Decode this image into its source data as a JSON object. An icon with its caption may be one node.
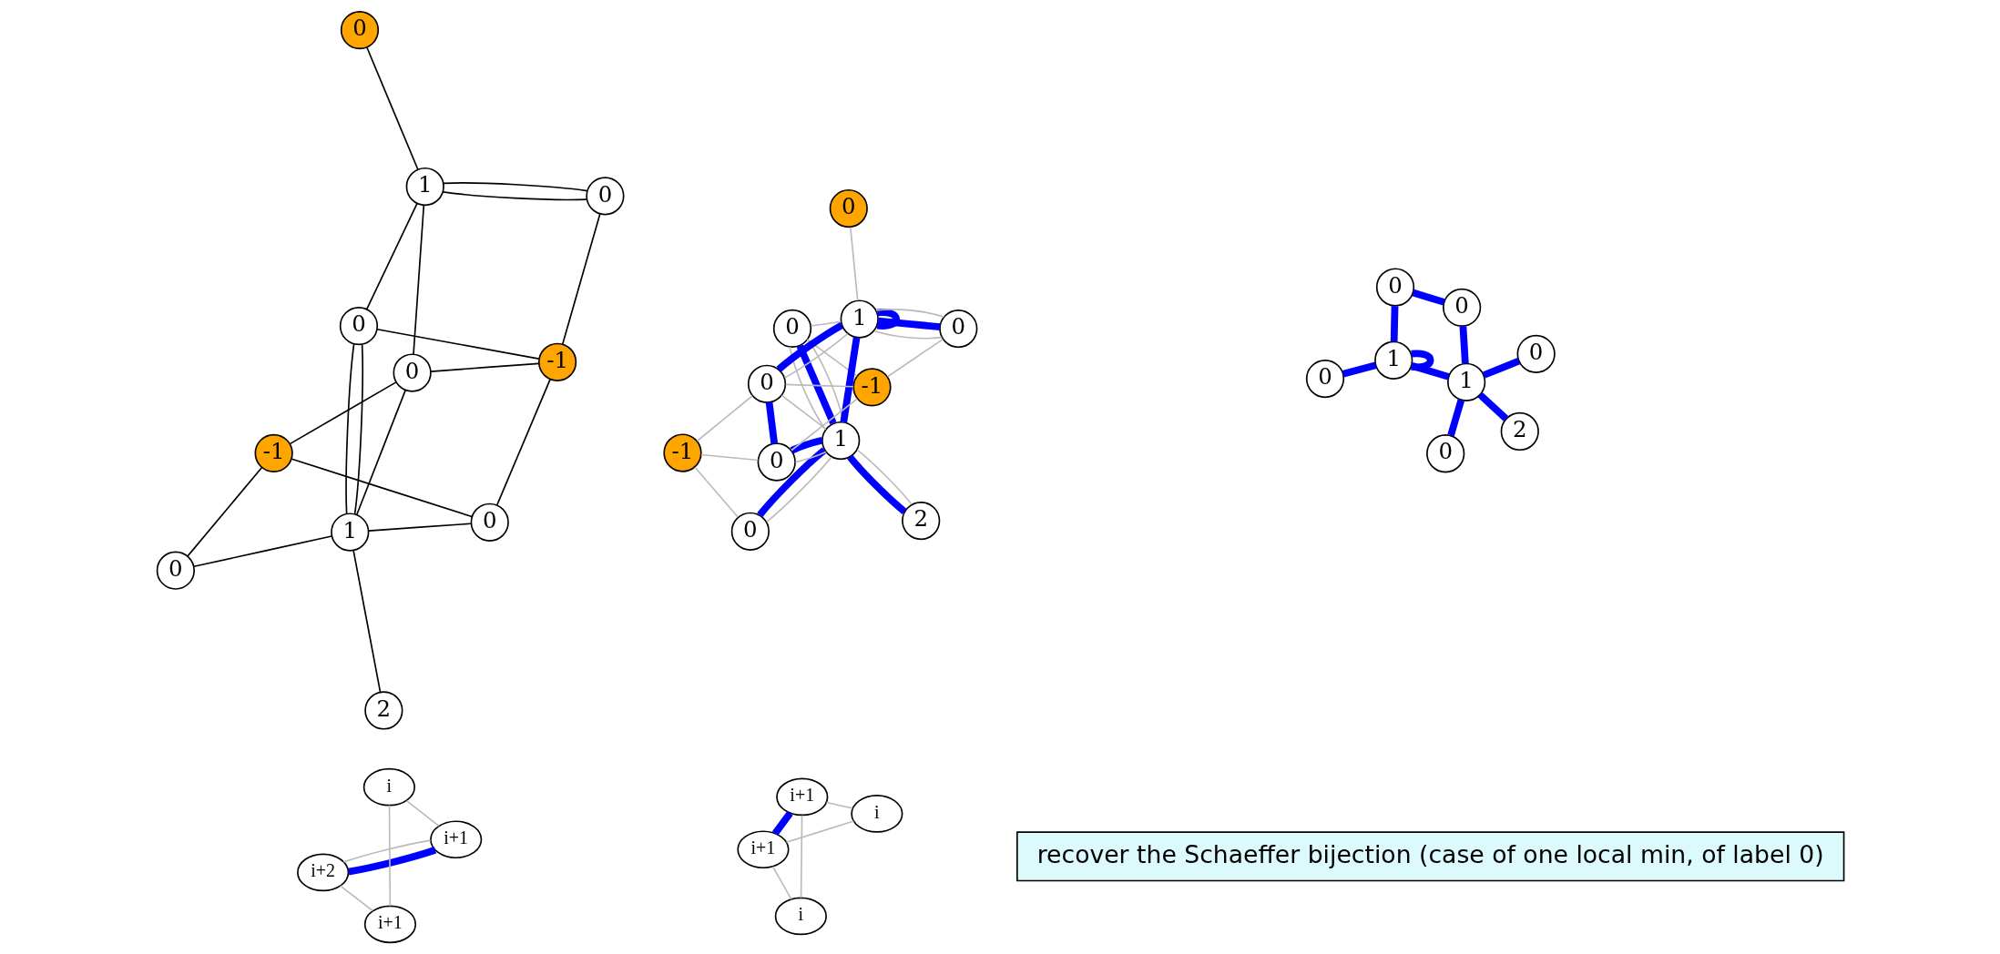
{
  "diagram": {
    "nodes": [
      {
        "text": [
          "0"
        ]
      },
      {
        "text": [
          "2"
        ]
      },
      {
        "text": [
          "1"
        ]
      },
      {
        "text": [
          "1"
        ]
      },
      {
        "text": [
          "0"
        ]
      },
      {
        "text": [
          "0"
        ]
      },
      {
        "text": [
          "0"
        ]
      },
      {
        "text": [
          "0"
        ]
      },
      {
        "text": [
          "-1"
        ]
      },
      {
        "text": [
          "-1"
        ]
      },
      {
        "text": [
          "0"
        ]
      },
      {
        "text": [
          "0"
        ]
      },
      {
        "text": [
          "2"
        ]
      },
      {
        "text": [
          "1"
        ]
      },
      {
        "text": [
          "1"
        ]
      },
      {
        "text": [
          "0"
        ]
      },
      {
        "text": [
          "0"
        ]
      },
      {
        "text": [
          "0"
        ]
      },
      {
        "text": [
          "0"
        ]
      },
      {
        "text": [
          "-1"
        ]
      },
      {
        "text": [
          "-1"
        ]
      },
      {
        "text": [
          "0"
        ]
      },
      {
        "text": [
          "0"
        ]
      },
      {
        "text": [
          "2"
        ]
      },
      {
        "text": [
          "1"
        ]
      },
      {
        "text": [
          "1"
        ]
      },
      {
        "text": [
          "0"
        ]
      },
      {
        "text": [
          "0"
        ]
      },
      {
        "text": [
          "0"
        ]
      },
      {
        "text": [
          "0"
        ]
      },
      {
        "text": [
          "i+2"
        ]
      },
      {
        "text": [
          "i+1"
        ]
      },
      {
        "text": [
          "i+1"
        ]
      },
      {
        "text": [
          "i"
        ]
      },
      {
        "text": [
          "i+1"
        ]
      },
      {
        "text": [
          "i"
        ]
      },
      {
        "text": [
          "i"
        ]
      },
      {
        "text": [
          "i+1"
        ]
      },
      {
        "text": [
          "recover the Schaeffer bijection (case of one local min, of label 0)"
        ]
      }
    ],
    "edges": [
      {
        "from": 2,
        "to": 0,
        "arrow": "none",
        "color": "#000000"
      },
      {
        "from": 2,
        "to": 1,
        "arrow": "none",
        "color": "#000000"
      },
      {
        "from": 2,
        "to": 0,
        "arrow": "none",
        "color": "#000000"
      },
      {
        "from": 0,
        "to": 3,
        "arrow": "none",
        "color": "#000000"
      },
      {
        "from": 0,
        "to": 9,
        "arrow": "none",
        "color": "#000000"
      },
      {
        "from": 2,
        "to": 5,
        "arrow": "none",
        "color": "#000000"
      },
      {
        "from": 2,
        "to": 6,
        "arrow": "none",
        "color": "#000000"
      },
      {
        "from": 2,
        "to": 10,
        "arrow": "none",
        "color": "#000000"
      },
      {
        "from": 3,
        "to": 5,
        "arrow": "none",
        "color": "#000000"
      },
      {
        "from": 3,
        "to": 4,
        "arrow": "none",
        "color": "#000000"
      },
      {
        "from": 3,
        "to": 7,
        "arrow": "none",
        "color": "#000000"
      },
      {
        "from": 3,
        "to": 7,
        "arrow": "none",
        "color": "#000000"
      },
      {
        "from": 5,
        "to": 8,
        "arrow": "none",
        "color": "#000000"
      },
      {
        "from": 5,
        "to": 9,
        "arrow": "none",
        "color": "#000000"
      },
      {
        "from": 6,
        "to": 8,
        "arrow": "none",
        "color": "#000000"
      },
      {
        "from": 7,
        "to": 9,
        "arrow": "none",
        "color": "#000000"
      },
      {
        "from": 8,
        "to": 10,
        "arrow": "none",
        "color": "#000000"
      },
      {
        "from": 9,
        "to": 10,
        "arrow": "none",
        "color": "#000000"
      },
      {
        "from": 13,
        "to": 11,
        "arrow": "none"
      },
      {
        "from": 13,
        "to": 12,
        "arrow": "none"
      },
      {
        "from": 13,
        "to": 11,
        "arrow": "none"
      },
      {
        "from": 11,
        "to": 14,
        "arrow": "none"
      },
      {
        "from": 11,
        "to": 20,
        "arrow": "none"
      },
      {
        "from": 13,
        "to": 16,
        "arrow": "none"
      },
      {
        "from": 13,
        "to": 17,
        "arrow": "none"
      },
      {
        "from": 13,
        "to": 21,
        "arrow": "none"
      },
      {
        "from": 14,
        "to": 16,
        "arrow": "none"
      },
      {
        "from": 14,
        "to": 15,
        "arrow": "none"
      },
      {
        "from": 14,
        "to": 18,
        "arrow": "none"
      },
      {
        "from": 14,
        "to": 18,
        "arrow": "none"
      },
      {
        "from": 16,
        "to": 19,
        "arrow": "none"
      },
      {
        "from": 16,
        "to": 20,
        "arrow": "none"
      },
      {
        "from": 17,
        "to": 19,
        "arrow": "none"
      },
      {
        "from": 18,
        "to": 20,
        "arrow": "none"
      },
      {
        "from": 19,
        "to": 21,
        "arrow": "none"
      },
      {
        "from": 20,
        "to": 21,
        "arrow": "none"
      },
      {
        "from": 13,
        "to": 11,
        "arrow": "none",
        "style": "thick",
        "color": "#0000ff"
      },
      {
        "from": 13,
        "to": 12,
        "arrow": "none",
        "style": "thick",
        "color": "#0000ff"
      },
      {
        "from": 13,
        "to": 14,
        "arrow": "none",
        "style": "thick",
        "color": "#0000ff"
      },
      {
        "from": 13,
        "to": 17,
        "arrow": "none",
        "style": "thick",
        "color": "#0000ff"
      },
      {
        "from": 13,
        "to": 21,
        "arrow": "none",
        "style": "thick",
        "color": "#0000ff"
      },
      {
        "from": 14,
        "to": 16,
        "arrow": "none",
        "style": "thick",
        "color": "#0000ff"
      },
      {
        "from": 14,
        "to": 14,
        "arrow": "none",
        "style": "thick",
        "color": "#0000ff"
      },
      {
        "from": 14,
        "to": 18,
        "arrow": "none",
        "style": "thick",
        "color": "#0000ff"
      },
      {
        "from": 16,
        "to": 21,
        "arrow": "none",
        "style": "thick",
        "color": "#0000ff"
      },
      {
        "from": 24,
        "to": 22,
        "arrow": "none",
        "style": "thick",
        "color": "#0000ff"
      },
      {
        "from": 24,
        "to": 23,
        "arrow": "none",
        "style": "thick",
        "color": "#0000ff"
      },
      {
        "from": 24,
        "to": 25,
        "arrow": "none",
        "style": "thick",
        "color": "#0000ff"
      },
      {
        "from": 24,
        "to": 27,
        "arrow": "none",
        "style": "thick",
        "color": "#0000ff"
      },
      {
        "from": 24,
        "to": 29,
        "arrow": "none",
        "style": "thick",
        "color": "#0000ff"
      },
      {
        "from": 25,
        "to": 26,
        "arrow": "none",
        "style": "thick",
        "color": "#0000ff"
      },
      {
        "from": 25,
        "to": 25,
        "arrow": "none",
        "style": "thick",
        "color": "#0000ff"
      },
      {
        "from": 25,
        "to": 28,
        "arrow": "none",
        "style": "thick",
        "color": "#0000ff"
      },
      {
        "from": 26,
        "to": 29,
        "arrow": "none",
        "style": "thick",
        "color": "#0000ff"
      },
      {
        "from": 30,
        "to": 31,
        "arrow": "none"
      },
      {
        "from": 30,
        "to": 32,
        "arrow": "none"
      },
      {
        "from": 31,
        "to": 33,
        "arrow": "none"
      },
      {
        "from": 32,
        "to": 33,
        "arrow": "none"
      },
      {
        "from": 31,
        "to": 30,
        "arrow": "none",
        "style": "thick",
        "color": "#0000ff"
      },
      {
        "from": 34,
        "to": 35,
        "arrow": "none"
      },
      {
        "from": 34,
        "to": 36,
        "arrow": "none"
      },
      {
        "from": 35,
        "to": 37,
        "arrow": "none"
      },
      {
        "from": 36,
        "to": 37,
        "arrow": "none"
      },
      {
        "from": 34,
        "to": 37,
        "arrow": "none",
        "style": "thick",
        "color": "#0000ff"
      }
    ]
  }
}
